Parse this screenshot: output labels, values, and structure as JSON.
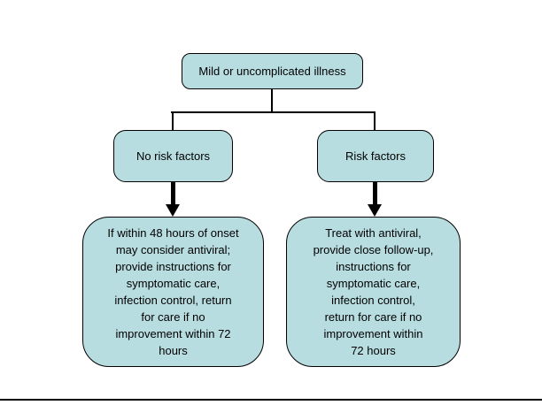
{
  "diagram": {
    "type": "flowchart",
    "nodes": {
      "root": {
        "label": "Mild or uncomplicated illness"
      },
      "no_risk": {
        "label": "No risk factors"
      },
      "risk": {
        "label": "Risk factors"
      },
      "no_risk_outcome": {
        "label": "If within 48 hours of onset\nmay consider antiviral;\nprovide instructions for\nsymptomatic care,\ninfection control, return\nfor care if no\nimprovement within 72\nhours"
      },
      "risk_outcome": {
        "label": "Treat with antiviral,\nprovide close follow-up,\ninstructions for\nsymptomatic care,\ninfection control,\nreturn for care if no\nimprovement within\n72 hours"
      }
    },
    "edges": [
      {
        "from": "root",
        "to": "no_risk",
        "style": "line"
      },
      {
        "from": "root",
        "to": "risk",
        "style": "line"
      },
      {
        "from": "no_risk",
        "to": "no_risk_outcome",
        "style": "thick-arrow"
      },
      {
        "from": "risk",
        "to": "risk_outcome",
        "style": "thick-arrow"
      }
    ],
    "colors": {
      "node_fill": "#b8dde1",
      "node_border": "#000000",
      "connector": "#000000",
      "background": "#ffffff"
    }
  }
}
